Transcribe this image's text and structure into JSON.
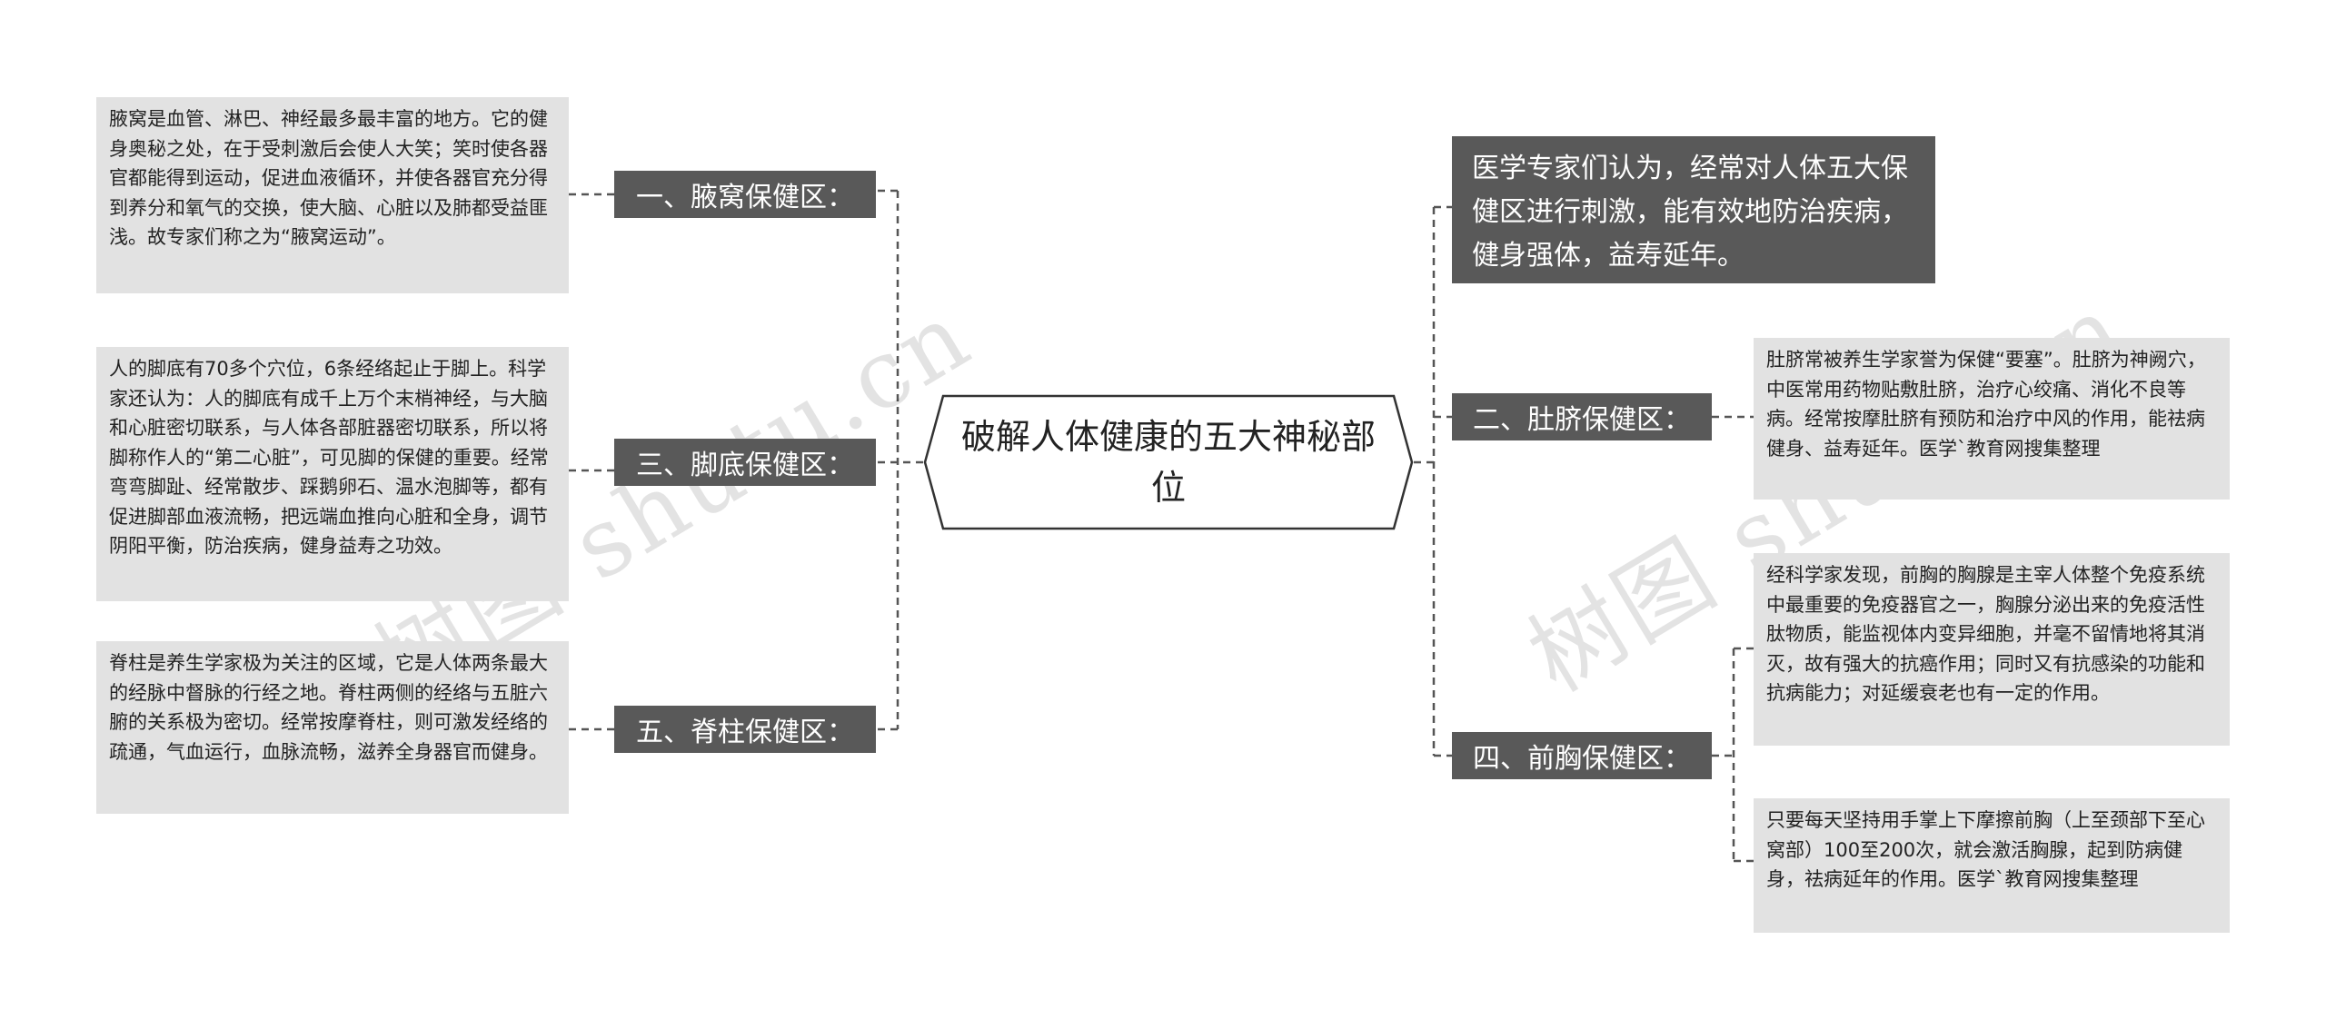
{
  "watermarks": [
    "树图 shutu.cn",
    "树图 shutu.cn"
  ],
  "center": {
    "title": "破解人体健康的五大神秘部位"
  },
  "left": [
    {
      "topic": "一、腋窝保健区：",
      "detail": "腋窝是血管、淋巴、神经最多最丰富的地方。它的健身奥秘之处，在于受刺激后会使人大笑；笑时使各器官都能得到运动，促进血液循环，并使各器官充分得到养分和氧气的交换，使大脑、心脏以及肺都受益匪浅。故专家们称之为“腋窝运动”。"
    },
    {
      "topic": "三、脚底保健区：",
      "detail": "人的脚底有70多个穴位，6条经络起止于脚上。科学家还认为：人的脚底有成千上万个末梢神经，与大脑和心脏密切联系，与人体各部脏器密切联系，所以将脚称作人的“第二心脏”，可见脚的保健的重要。经常弯弯脚趾、经常散步、踩鹅卵石、温水泡脚等，都有促进脚部血液流畅，把远端血推向心脏和全身，调节阴阳平衡，防治疾病，健身益寿之功效。"
    },
    {
      "topic": "五、脊柱保健区：",
      "detail": "脊柱是养生学家极为关注的区域，它是人体两条最大的经脉中督脉的行经之地。脊柱两侧的经络与五脏六腑的关系极为密切。经常按摩脊柱，则可激发经络的疏通，气血运行，血脉流畅，滋养全身器官而健身。"
    }
  ],
  "right": {
    "intro": "医学专家们认为，经常对人体五大保健区进行刺激，能有效地防治疾病，健身强体，益寿延年。",
    "topics": [
      {
        "topic": "二、肚脐保健区：",
        "details": [
          "肚脐常被养生学家誉为保健“要塞”。肚脐为神阙穴，中医常用药物贴敷肚脐，治疗心绞痛、消化不良等病。经常按摩肚脐有预防和治疗中风的作用，能祛病健身、益寿延年。医学`教育网搜集整理"
        ]
      },
      {
        "topic": "四、前胸保健区：",
        "details": [
          "经科学家发现，前胸的胸腺是主宰人体整个免疫系统中最重要的免疫器官之一，胸腺分泌出来的免疫活性肽物质，能监视体内变异细胞，并毫不留情地将其消灭，故有强大的抗癌作用；同时又有抗感染的功能和抗病能力；对延缓衰老也有一定的作用。",
          "只要每天坚持用手掌上下摩擦前胸（上至颈部下至心窝部）100至200次，就会激活胸腺，起到防病健身，祛病延年的作用。医学`教育网搜集整理"
        ]
      }
    ]
  },
  "colors": {
    "topic_bg": "#595959",
    "detail_bg": "#e2e2e2",
    "connector": "#555555",
    "center_border": "#333333"
  }
}
